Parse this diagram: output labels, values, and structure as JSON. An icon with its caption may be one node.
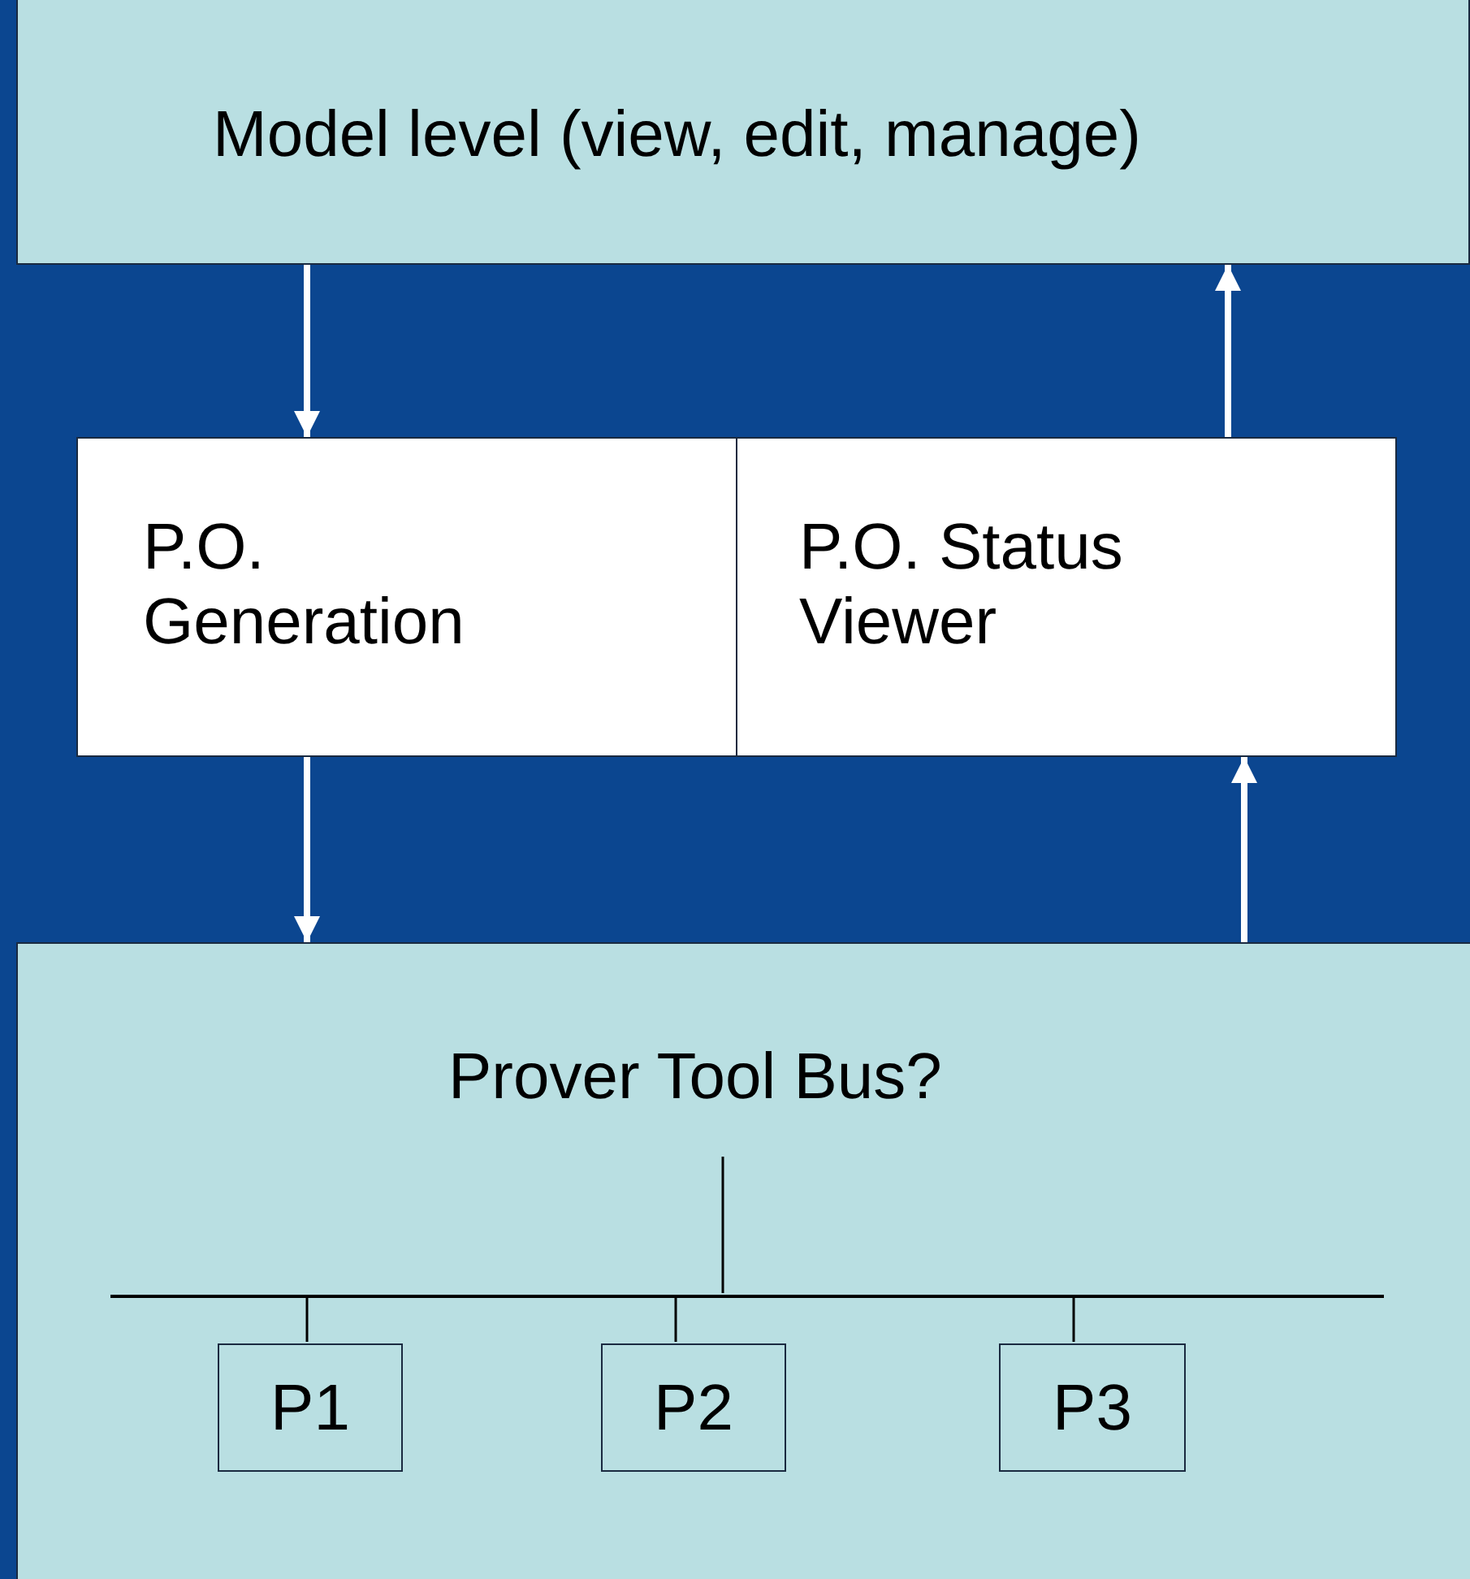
{
  "diagram": {
    "nodes": [
      {
        "text": [
          "Model level (view, edit, manage)"
        ]
      },
      {
        "text": [
          "P.O. Generation"
        ]
      },
      {
        "text": [
          "P.O. Status Viewer"
        ]
      },
      {
        "text": [
          "Prover Tool Bus?"
        ]
      },
      {
        "text": [],
        "shape": "bar",
        "in": 3
      },
      {
        "text": [
          "P1"
        ],
        "in": 3
      },
      {
        "text": [
          "P2"
        ],
        "in": 3
      },
      {
        "text": [
          "P3"
        ],
        "in": 3
      }
    ],
    "edges": [
      {
        "from": 0,
        "to": 1,
        "arrow": "to",
        "style": "thick"
      },
      {
        "from": 2,
        "to": 0,
        "arrow": "to",
        "style": "thick"
      },
      {
        "from": 1,
        "to": 3,
        "arrow": "to",
        "style": "thick"
      },
      {
        "from": 3,
        "to": 2,
        "arrow": "to",
        "style": "thick"
      },
      {
        "from": null,
        "to": 4,
        "arrow": "none",
        "color": "#000000"
      },
      {
        "from": 4,
        "to": 5,
        "arrow": "none",
        "color": "#000000"
      },
      {
        "from": 4,
        "to": 6,
        "arrow": "none",
        "color": "#000000"
      },
      {
        "from": 4,
        "to": 7,
        "arrow": "none",
        "color": "#000000"
      }
    ]
  }
}
